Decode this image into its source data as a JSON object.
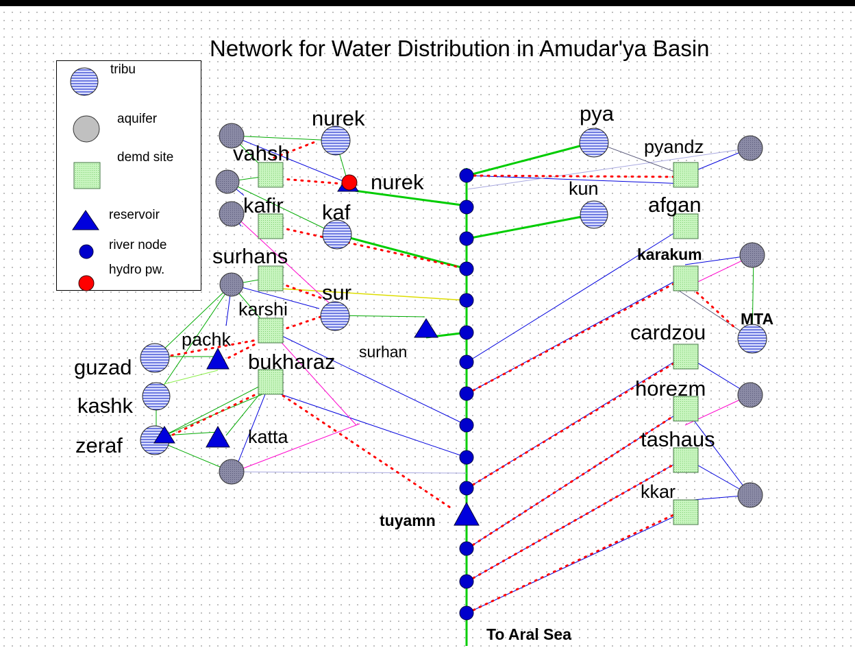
{
  "title": "Network for Water Distribution in Amudar'ya Basin",
  "legend": {
    "tribu": "tribu",
    "aquifer": "aquifer",
    "demd_site": "demd site",
    "reservoir": "reservoir",
    "river_node": "river node",
    "hydro_pw": "hydro pw."
  },
  "labels": {
    "nurek_tribu": "nurek",
    "nurek_res": "nurek",
    "vahsh": "vahsh",
    "kafir": "kafir",
    "kaf": "kaf",
    "surhans": "surhans",
    "sur": "sur",
    "karshi": "karshi",
    "pachk": "pachk",
    "bukharaz": "bukharaz",
    "surhan": "surhan",
    "guzad": "guzad",
    "kashk": "kashk",
    "zeraf": "zeraf",
    "katta": "katta",
    "tuyamn": "tuyamn",
    "to_aral": "To Aral Sea",
    "pya": "pya",
    "pyandz": "pyandz",
    "kun": "kun",
    "afgan": "afgan",
    "karakum": "karakum",
    "mta": "MTA",
    "cardzou": "cardzou",
    "horezm": "horezm",
    "tashaus": "tashaus",
    "kkar": "kkar"
  },
  "colors": {
    "river": "#00cc00",
    "node": "#0000cc",
    "tribu_fill": "#dfe3ff",
    "tribu_stripe": "#2233cc",
    "aquifer": "#8a8aa8",
    "demd": "#b8f0b0",
    "hydro": "#ff0000",
    "reservoir": "#0000dd",
    "supply": "#0000dd",
    "return": "#ff0000",
    "aquifer_link": "#00aa00",
    "canal": "#ff00cc",
    "transfer": "#dddd00"
  }
}
